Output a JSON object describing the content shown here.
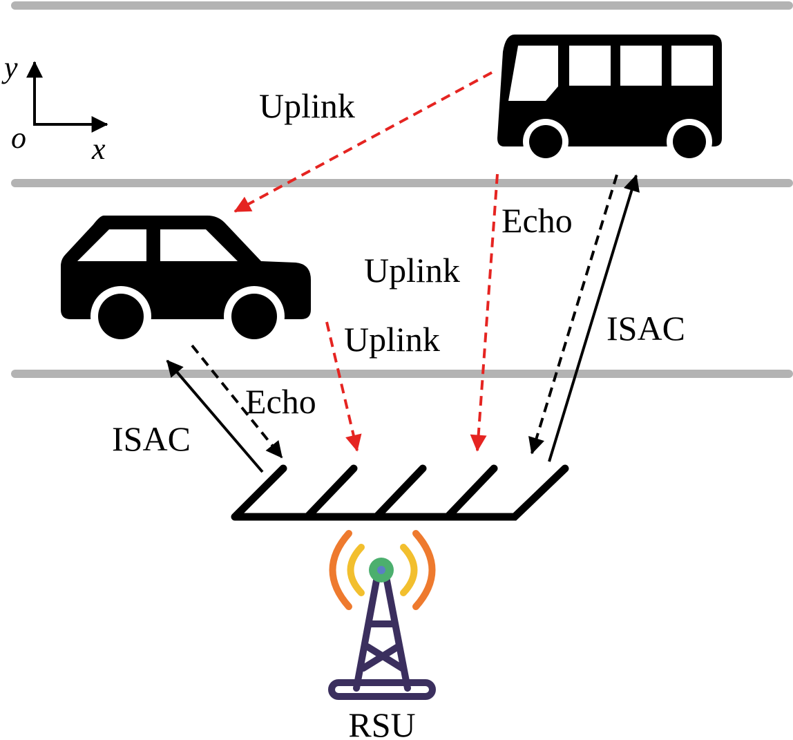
{
  "labels": {
    "uplink_1": "Uplink",
    "uplink_2": "Uplink",
    "uplink_3": "Uplink",
    "echo_1": "Echo",
    "echo_2": "Echo",
    "isac_1": "ISAC",
    "isac_2": "ISAC",
    "rsu": "RSU"
  },
  "axes": {
    "y": "y",
    "origin": "o",
    "x": "x"
  },
  "colors": {
    "uplink": "#e52421",
    "road": "#b3b3b3",
    "tower": "#3b2f5e",
    "wave_outer": "#ee7a2e",
    "wave_inner": "#f2bf2e",
    "tower_top": "#4caf6e",
    "tower_top_center": "#5b7fc4"
  },
  "icons": [
    "bus-icon",
    "car-icon",
    "rsu-tower-icon",
    "antenna-array-icon"
  ]
}
